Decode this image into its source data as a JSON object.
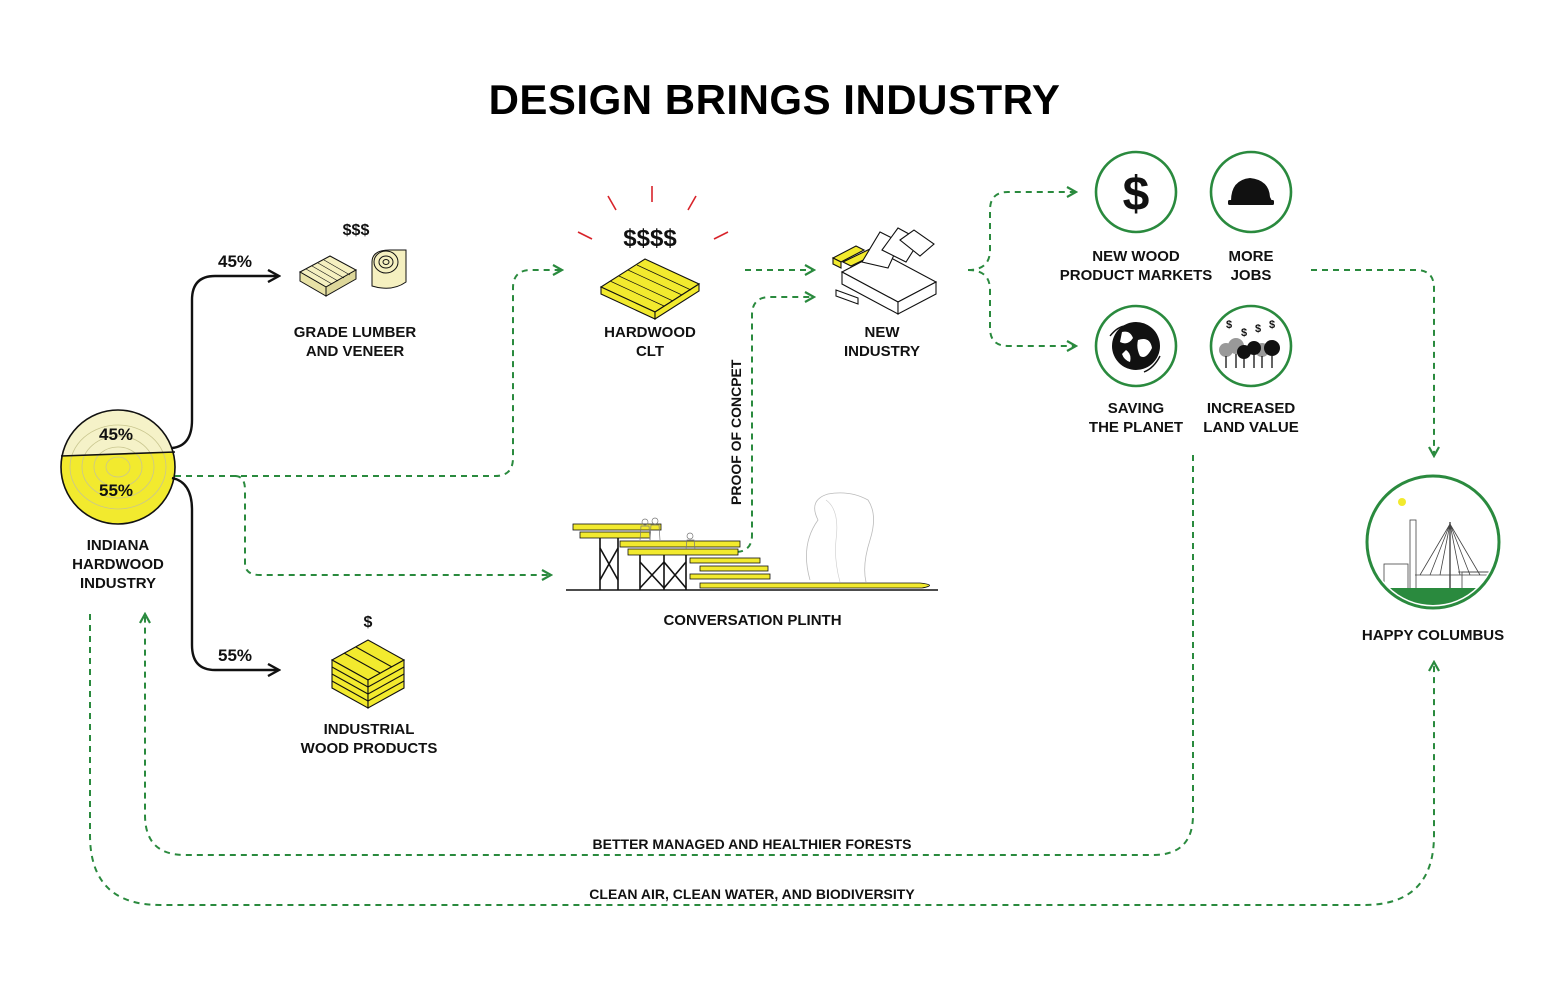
{
  "title": "DESIGN BRINGS INDUSTRY",
  "colors": {
    "green": "#2a8a3e",
    "yellow": "#f2ea2e",
    "black": "#111111",
    "red": "#d8232a"
  },
  "source": {
    "name_lines": [
      "INDIANA",
      "HARDWOOD",
      "INDUSTRY"
    ],
    "top_share": "45%",
    "bottom_share": "55%"
  },
  "grade": {
    "percent": "45%",
    "value": "$$$",
    "lines": [
      "GRADE LUMBER",
      "AND VENEER"
    ]
  },
  "industrial": {
    "percent": "55%",
    "value": "$",
    "lines": [
      "INDUSTRIAL",
      "WOOD PRODUCTS"
    ]
  },
  "clt": {
    "value": "$$$$",
    "lines": [
      "HARDWOOD",
      "CLT"
    ]
  },
  "plinth": {
    "label": "CONVERSATION PLINTH"
  },
  "proof": {
    "label": "PROOF OF CONCPET"
  },
  "new_industry": {
    "lines": [
      "NEW",
      "INDUSTRY"
    ]
  },
  "benefits": {
    "markets": {
      "icon": "dollar-icon",
      "glyph": "$",
      "lines": [
        "NEW WOOD",
        "PRODUCT MARKETS"
      ]
    },
    "jobs": {
      "icon": "hard-hat-icon",
      "lines": [
        "MORE",
        "JOBS"
      ]
    },
    "planet": {
      "icon": "globe-icon",
      "lines": [
        "SAVING",
        "THE PLANET"
      ]
    },
    "land": {
      "icon": "trees-money-icon",
      "lines": [
        "INCREASED",
        "LAND VALUE"
      ]
    }
  },
  "columbus": {
    "icon": "city-skyline-icon",
    "label": "HAPPY COLUMBUS"
  },
  "feedback": {
    "forests": "BETTER MANAGED AND HEALTHIER FORESTS",
    "environment": "CLEAN AIR, CLEAN WATER, AND BIODIVERSITY"
  }
}
